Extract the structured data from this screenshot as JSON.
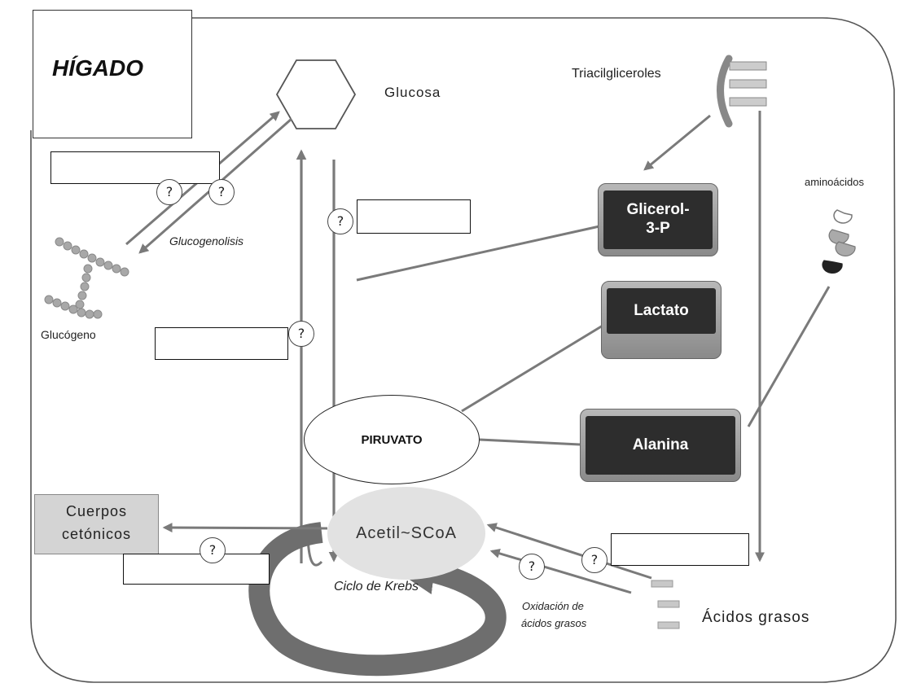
{
  "title": "HÍGADO",
  "labels": {
    "glucosa": "Glucosa",
    "triacilgliceroles": "Triacilgliceroles",
    "glucogenolisis": "Glucogenolisis",
    "glucogeno": "Glucógeno",
    "aminoacidos": "aminoácidos",
    "piruvato": "PIRUVATO",
    "acetil_scoa": "Acetil~SCoA",
    "ciclo_krebs": "Ciclo de Krebs",
    "oxidacion_1": "Oxidación de",
    "oxidacion_2": "ácidos grasos",
    "acidos_grasos": "Ácidos grasos",
    "cuerpos_1": "Cuerpos",
    "cuerpos_2": "cetónicos"
  },
  "boxes": {
    "glicerol": "Glicerol-\n3-P",
    "lactato": "Lactato",
    "alanina": "Alanina"
  },
  "question_mark": "?",
  "colors": {
    "arrow_gray": "#7a7a7a",
    "krebs_arrow": "#6e6e6e",
    "dark_box": "#2d2d2d",
    "acetil_fill": "#e2e2e2",
    "glycogen_bead": "#a8a8a8"
  }
}
